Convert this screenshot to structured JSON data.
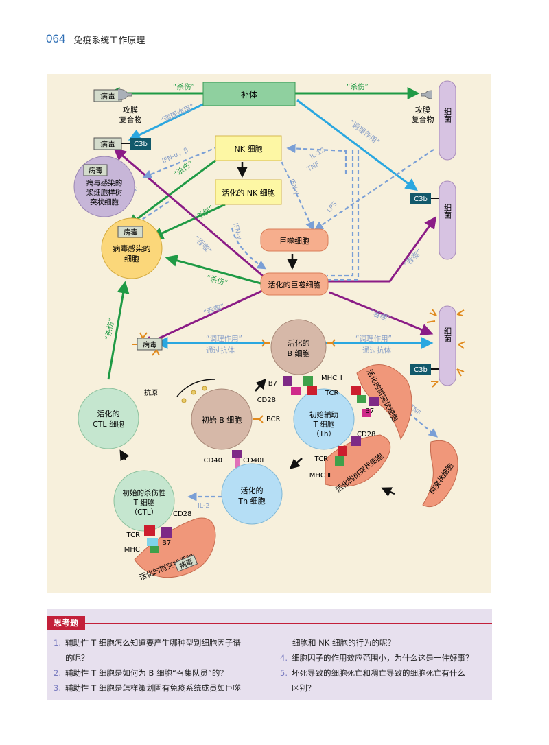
{
  "header": {
    "page_number": "064",
    "title": "免疫系统工作原理"
  },
  "figure": {
    "complement": "补体",
    "nk_cell": "NK 细胞",
    "activated_nk": "活化的 NK 细胞",
    "macrophage": "巨噬细胞",
    "activated_macrophage": "活化的巨噬细胞",
    "virus": "病毒",
    "c3b": "C3b",
    "mac": [
      "攻膜",
      "复合物"
    ],
    "bacteria": "细菌",
    "infected_pdc": [
      "病毒感染的",
      "浆细胞样树",
      "突状细胞"
    ],
    "virus_infected_cell": [
      "病毒感染的",
      "细胞"
    ],
    "activated_b": [
      "活化的",
      "B 细胞"
    ],
    "naive_b": "初始 B 细胞",
    "naive_helper": [
      "初始辅助",
      "T 细胞",
      "（Th）"
    ],
    "activated_th": [
      "活化的",
      "Th 细胞"
    ],
    "activated_ctl": [
      "活化的",
      "CTL 细胞"
    ],
    "naive_ctl": [
      "初始的杀伤性",
      "T 细胞",
      "（CTL）"
    ],
    "dendritic_cell": "树突状细胞",
    "activated_dc": "活化的树突状细胞",
    "labels": {
      "kill": "“杀伤”",
      "opsonize": "“调理作用”",
      "via_antibody": "通过抗体",
      "engulf": "“吞噬”",
      "ifn_ab": "IFN-α，β",
      "ifn_g": "IFN-γ",
      "il12": "IL-12",
      "tnf": "TNF",
      "lps": "LPS",
      "il2": "IL-2",
      "antigen": "抗原",
      "bcr": "BCR",
      "b7": "B7",
      "cd28": "CD28",
      "mhc2": "MHC Ⅱ",
      "mhc1": "MHC Ⅰ",
      "tcr": "TCR",
      "cd40": "CD40",
      "cd40l": "CD40L"
    },
    "colors": {
      "green": "#1f9a45",
      "blue": "#2aa7e0",
      "purple": "#8b1c86",
      "dashed_blue": "#7a9fd6"
    }
  },
  "questions": {
    "title": "思考题",
    "items": [
      {
        "n": "1.",
        "lines": [
          "辅助性 T 细胞怎么知道要产生哪种型别细胞因子谱",
          "的呢？"
        ]
      },
      {
        "n": "2.",
        "lines": [
          "辅助性 T 细胞是如何为 B 细胞“召集队员”的？"
        ]
      },
      {
        "n": "3.",
        "lines": [
          "辅助性 T 细胞是怎样策划固有免疫系统成员如巨噬"
        ]
      },
      {
        "n": "",
        "lines": [
          "细胞和 NK 细胞的行为的呢？"
        ]
      },
      {
        "n": "4.",
        "lines": [
          "细胞因子的作用效应范围小，为什么这是一件好事？"
        ]
      },
      {
        "n": "5.",
        "lines": [
          "坏死导致的细胞死亡和凋亡导致的细胞死亡有什么",
          "区别？"
        ]
      }
    ]
  }
}
